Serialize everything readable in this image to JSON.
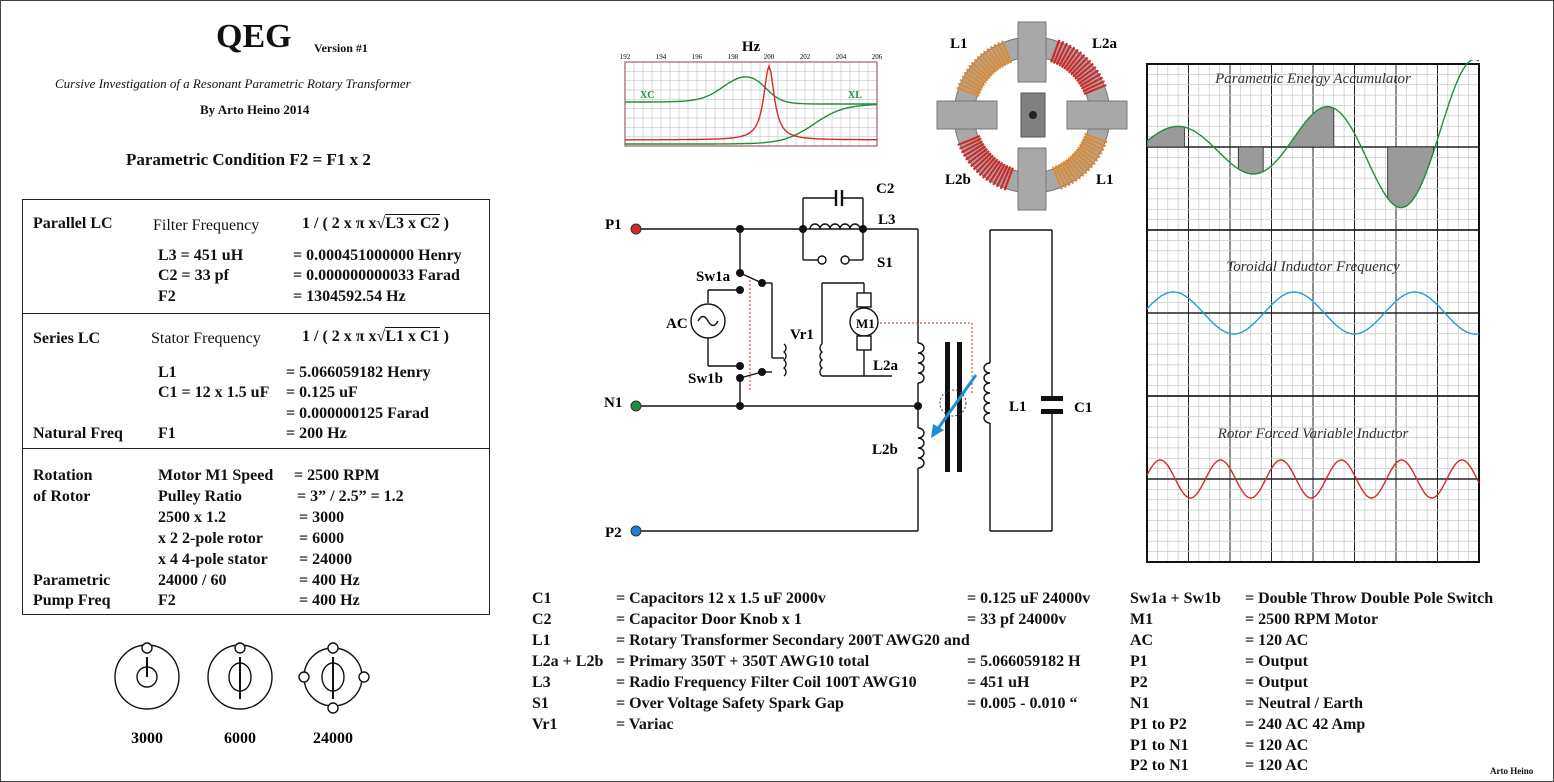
{
  "header": {
    "title": "QEG",
    "version": "Version #1",
    "subtitle": "Cursive Investigation of a Resonant Parametric Rotary Transformer",
    "author": "By Arto Heino 2014",
    "condition": "Parametric Condition F2 = F1 x 2"
  },
  "parallel": {
    "heading": "Parallel LC",
    "freq_label": "Filter Frequency",
    "formula_prefix": "1 / ( 2 x π x",
    "formula_radicand": "L3 x C2",
    "formula_suffix": ")",
    "rows": [
      {
        "name": "L3 = 451 uH",
        "value": "= 0.000451000000 Henry"
      },
      {
        "name": "C2 = 33 pf",
        "value": "= 0.000000000033 Farad"
      },
      {
        "name": "F2",
        "value": "= 1304592.54 Hz"
      }
    ]
  },
  "series": {
    "heading": "Series LC",
    "freq_label": "Stator Frequency",
    "formula_prefix": "1 / ( 2 x π x",
    "formula_radicand": "L1 x C1",
    "formula_suffix": ")",
    "rows": [
      {
        "name": "L1",
        "value": "= 5.066059182 Henry"
      },
      {
        "name": "C1 = 12 x 1.5 uF",
        "value": "= 0.125 uF"
      },
      {
        "name": "",
        "value": "= 0.000000125 Farad"
      }
    ],
    "natural_label": "Natural Freq",
    "natural_name": "F1",
    "natural_value": "= 200 Hz"
  },
  "rotation": {
    "label1": "Rotation",
    "label2": "of Rotor",
    "label3": "Parametric",
    "label4": "Pump Freq",
    "rows": [
      {
        "name": "Motor M1 Speed",
        "value": "= 2500 RPM"
      },
      {
        "name": "Pulley Ratio",
        "value": "= 3” / 2.5”   = 1.2"
      },
      {
        "name": "2500 x 1.2",
        "value": "= 3000"
      },
      {
        "name": "x 2  2-pole rotor",
        "value": "= 6000"
      },
      {
        "name": "x 4  4-pole stator",
        "value": "= 24000"
      },
      {
        "name": "24000 / 60",
        "value": "= 400 Hz"
      },
      {
        "name": "F2",
        "value": "= 400 Hz"
      }
    ]
  },
  "rotor_icons": [
    "3000",
    "6000",
    "24000"
  ],
  "hz_chart": {
    "title": "Hz",
    "ticks": [
      "192",
      "194",
      "196",
      "198",
      "200",
      "202",
      "204",
      "206"
    ],
    "xc_label": "XC",
    "xl_label": "XL",
    "colors": {
      "xc": "#1f8f3a",
      "xl": "#1f8f3a",
      "resonance": "#d42a2a",
      "grid": "#c8c8c8",
      "frame": "#a06060"
    }
  },
  "stator_labels": {
    "tl": "L1",
    "tr": "L2a",
    "bl": "L2b",
    "br": "L1"
  },
  "circuit_labels": {
    "p1": "P1",
    "n1": "N1",
    "p2": "P2",
    "c2": "C2",
    "l3": "L3",
    "s1": "S1",
    "sw1a": "Sw1a",
    "sw1b": "Sw1b",
    "ac": "AC",
    "vr1": "Vr1",
    "m1": "M1",
    "l2a": "L2a",
    "l2b": "L2b",
    "l1": "L1",
    "c1": "C1"
  },
  "circuit_colors": {
    "p1": "#d42a2a",
    "n1": "#1f8f3a",
    "p2": "#1f7fd4",
    "arrow": "#1f8fd4",
    "dotted": "#d42a2a"
  },
  "waves": {
    "panels": [
      {
        "title": "Parametric Energy Accumulator",
        "color": "#1f8f3a"
      },
      {
        "title": "Toroidal Inductor Frequency",
        "color": "#1f9fd4"
      },
      {
        "title": "Rotor Forced Variable Inductor",
        "color": "#d42a2a"
      }
    ]
  },
  "legend_left": [
    {
      "key": "C1",
      "desc": "= Capacitors 12 x 1.5 uF 2000v",
      "value": "=  0.125 uF 24000v"
    },
    {
      "key": "C2",
      "desc": "= Capacitor   Door Knob  x 1",
      "value": "= 33 pf 24000v"
    },
    {
      "key": "L1",
      "desc": "= Rotary Transformer Secondary 200T AWG20 and",
      "value": ""
    },
    {
      "key": "L2a + L2b",
      "desc": "= Primary 350T + 350T AWG10  total",
      "value": "=  5.066059182 H"
    },
    {
      "key": "L3",
      "desc": "= Radio Frequency Filter Coil 100T AWG10",
      "value": "=  451 uH"
    },
    {
      "key": "S1",
      "desc": "= Over Voltage Safety Spark Gap",
      "value": "= 0.005 - 0.010 “"
    },
    {
      "key": "Vr1",
      "desc": "= Variac",
      "value": ""
    }
  ],
  "legend_right": [
    {
      "key": "Sw1a + Sw1b",
      "desc": "= Double Throw Double Pole Switch"
    },
    {
      "key": "M1",
      "desc": "= 2500 RPM  Motor"
    },
    {
      "key": "AC",
      "desc": "= 120 AC"
    },
    {
      "key": "P1",
      "desc": "= Output"
    },
    {
      "key": "P2",
      "desc": "= Output"
    },
    {
      "key": "N1",
      "desc": "= Neutral / Earth"
    },
    {
      "key": "P1 to P2",
      "desc": "= 240 AC 42 Amp"
    },
    {
      "key": "P1 to N1",
      "desc": "= 120 AC"
    },
    {
      "key": "P2 to N1",
      "desc": "= 120 AC"
    }
  ],
  "credit": "Arto Heino"
}
